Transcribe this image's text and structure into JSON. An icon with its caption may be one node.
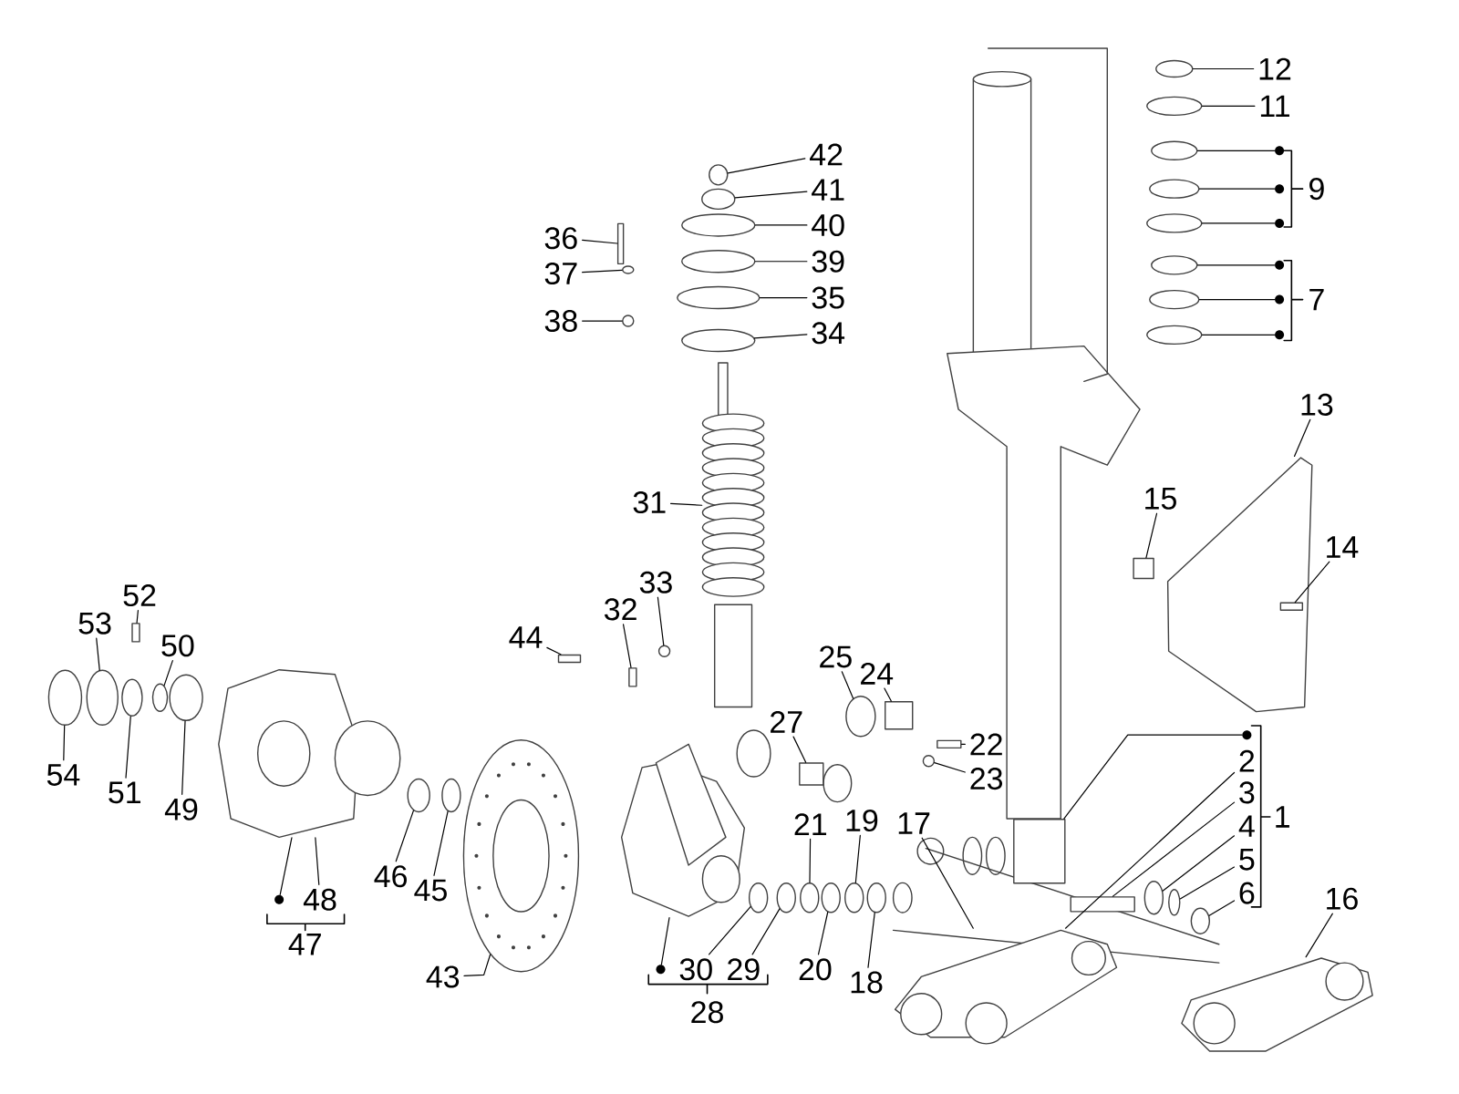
{
  "diagram": {
    "nodes": [
      {
        "text": [
          "1"
        ]
      },
      {
        "text": [
          "2"
        ]
      },
      {
        "text": [
          "3"
        ]
      },
      {
        "text": [
          "4"
        ]
      },
      {
        "text": [
          "5"
        ]
      },
      {
        "text": [
          "6"
        ]
      },
      {
        "text": [
          "7"
        ]
      },
      {
        "text": [
          "9"
        ]
      },
      {
        "text": [
          "11"
        ]
      },
      {
        "text": [
          "12"
        ]
      },
      {
        "text": [
          "13"
        ]
      },
      {
        "text": [
          "14"
        ]
      },
      {
        "text": [
          "15"
        ]
      },
      {
        "text": [
          "16"
        ]
      },
      {
        "text": [
          "17"
        ]
      },
      {
        "text": [
          "18"
        ]
      },
      {
        "text": [
          "19"
        ]
      },
      {
        "text": [
          "20"
        ]
      },
      {
        "text": [
          "21"
        ]
      },
      {
        "text": [
          "22"
        ]
      },
      {
        "text": [
          "23"
        ]
      },
      {
        "text": [
          "24"
        ]
      },
      {
        "text": [
          "25"
        ]
      },
      {
        "text": [
          "27"
        ]
      },
      {
        "text": [
          "28"
        ]
      },
      {
        "text": [
          "29"
        ]
      },
      {
        "text": [
          "30"
        ]
      },
      {
        "text": [
          "31"
        ]
      },
      {
        "text": [
          "32"
        ]
      },
      {
        "text": [
          "33"
        ]
      },
      {
        "text": [
          "34"
        ]
      },
      {
        "text": [
          "35"
        ]
      },
      {
        "text": [
          "36"
        ]
      },
      {
        "text": [
          "37"
        ]
      },
      {
        "text": [
          "38"
        ]
      },
      {
        "text": [
          "39"
        ]
      },
      {
        "text": [
          "40"
        ]
      },
      {
        "text": [
          "41"
        ]
      },
      {
        "text": [
          "42"
        ]
      },
      {
        "text": [
          "43"
        ]
      },
      {
        "text": [
          "44"
        ]
      },
      {
        "text": [
          "45"
        ]
      },
      {
        "text": [
          "46"
        ]
      },
      {
        "text": [
          "47"
        ]
      },
      {
        "text": [
          "48"
        ]
      },
      {
        "text": [
          "49"
        ]
      },
      {
        "text": [
          "50"
        ]
      },
      {
        "text": [
          "51"
        ]
      },
      {
        "text": [
          "52"
        ]
      },
      {
        "text": [
          "53"
        ]
      },
      {
        "text": [
          "54"
        ]
      },
      {
        "text": [],
        "shape": "circle"
      },
      {
        "text": [],
        "shape": "circle"
      },
      {
        "text": [],
        "shape": "circle"
      },
      {
        "text": [],
        "shape": "circle"
      },
      {
        "text": [],
        "shape": "circle"
      },
      {
        "text": [],
        "shape": "circle"
      },
      {
        "text": [],
        "shape": "circle"
      },
      {
        "text": [],
        "shape": "circle"
      },
      {
        "text": [],
        "shape": "picture"
      },
      {
        "text": [],
        "shape": "box",
        "in": 59
      },
      {
        "text": [],
        "shape": "box"
      },
      {
        "text": [],
        "shape": "picture"
      },
      {
        "text": [],
        "shape": "picture"
      },
      {
        "text": [],
        "shape": "box"
      },
      {
        "text": [],
        "shape": "circle"
      },
      {
        "text": [],
        "shape": "circle"
      },
      {
        "text": [],
        "shape": "circle"
      },
      {
        "text": [],
        "shape": "circle"
      },
      {
        "text": [],
        "shape": "circle"
      },
      {
        "text": [],
        "shape": "circle"
      },
      {
        "text": [],
        "shape": "circle"
      },
      {
        "text": [],
        "shape": "circle"
      },
      {
        "text": [],
        "shape": "circle"
      },
      {
        "text": [],
        "shape": "box"
      },
      {
        "text": [],
        "shape": "circle"
      },
      {
        "text": [],
        "shape": "box"
      },
      {
        "text": [],
        "shape": "circle"
      },
      {
        "text": [],
        "shape": "box"
      },
      {
        "text": [],
        "shape": "picture"
      },
      {
        "text": [],
        "shape": "box"
      },
      {
        "text": [],
        "shape": "circle"
      },
      {
        "text": [],
        "shape": "circle"
      },
      {
        "text": [],
        "shape": "circle"
      },
      {
        "text": [],
        "shape": "circle"
      },
      {
        "text": [],
        "shape": "circle"
      },
      {
        "text": [],
        "shape": "circle"
      },
      {
        "text": [],
        "shape": "circle"
      },
      {
        "text": [],
        "shape": "box"
      },
      {
        "text": [],
        "shape": "circle"
      },
      {
        "text": [],
        "shape": "circle"
      },
      {
        "text": [],
        "shape": "picture"
      },
      {
        "text": [],
        "shape": "box"
      },
      {
        "text": [],
        "shape": "circle"
      },
      {
        "text": [],
        "shape": "circle"
      },
      {
        "text": [],
        "shape": "picture"
      },
      {
        "text": [],
        "shape": "circle"
      },
      {
        "text": [],
        "shape": "circle"
      },
      {
        "text": [],
        "shape": "circle"
      },
      {
        "text": [],
        "shape": "box"
      },
      {
        "text": [],
        "shape": "circle"
      },
      {
        "text": [],
        "shape": "circle"
      },
      {
        "text": [],
        "shape": "picture"
      },
      {
        "text": [],
        "shape": "box"
      },
      {
        "text": [],
        "shape": "dot"
      },
      {
        "text": [],
        "shape": "dot"
      },
      {
        "text": [],
        "shape": "dot"
      },
      {
        "text": [],
        "shape": "dot"
      },
      {
        "text": [],
        "shape": "dot"
      },
      {
        "text": [],
        "shape": "dot"
      },
      {
        "text": [],
        "shape": "dot"
      },
      {
        "text": [],
        "shape": "dot"
      },
      {
        "text": [],
        "shape": "dot"
      }
    ],
    "edges": [
      {
        "from": 1,
        "to": 63,
        "arrow": "none"
      },
      {
        "from": 2,
        "to": 64,
        "arrow": "none"
      },
      {
        "from": 3,
        "to": 65,
        "arrow": "none"
      },
      {
        "from": 4,
        "to": 66,
        "arrow": "none"
      },
      {
        "from": 5,
        "to": 67,
        "arrow": "none"
      },
      {
        "from": 8,
        "to": 52,
        "arrow": "none"
      },
      {
        "from": 9,
        "to": 51,
        "arrow": "none"
      },
      {
        "from": 10,
        "to": 59,
        "arrow": "none"
      },
      {
        "from": 11,
        "to": 60,
        "arrow": "none"
      },
      {
        "from": 12,
        "to": 61,
        "arrow": "none"
      },
      {
        "from": 13,
        "to": 62,
        "arrow": "none"
      },
      {
        "from": 14,
        "to": 63,
        "arrow": "none"
      },
      {
        "from": 15,
        "to": 68,
        "arrow": "none"
      },
      {
        "from": 16,
        "to": 69,
        "arrow": "none"
      },
      {
        "from": 17,
        "to": 70,
        "arrow": "none"
      },
      {
        "from": 18,
        "to": 71,
        "arrow": "none"
      },
      {
        "from": 19,
        "to": 74,
        "arrow": "none"
      },
      {
        "from": 20,
        "to": 75,
        "arrow": "none"
      },
      {
        "from": 21,
        "to": 76,
        "arrow": "none"
      },
      {
        "from": 22,
        "to": 77,
        "arrow": "none"
      },
      {
        "from": 23,
        "to": 78,
        "arrow": "none"
      },
      {
        "from": 25,
        "to": 72,
        "arrow": "none"
      },
      {
        "from": 26,
        "to": 73,
        "arrow": "none"
      },
      {
        "from": 27,
        "to": 79,
        "arrow": "none"
      },
      {
        "from": 28,
        "to": 80,
        "arrow": "none"
      },
      {
        "from": 29,
        "to": 81,
        "arrow": "none"
      },
      {
        "from": 30,
        "to": 82,
        "arrow": "none"
      },
      {
        "from": 31,
        "to": 83,
        "arrow": "none"
      },
      {
        "from": 32,
        "to": 88,
        "arrow": "none"
      },
      {
        "from": 33,
        "to": 89,
        "arrow": "none"
      },
      {
        "from": 34,
        "to": 90,
        "arrow": "none"
      },
      {
        "from": 35,
        "to": 84,
        "arrow": "none"
      },
      {
        "from": 36,
        "to": 85,
        "arrow": "none"
      },
      {
        "from": 37,
        "to": 86,
        "arrow": "none"
      },
      {
        "from": 38,
        "to": 87,
        "arrow": "none"
      },
      {
        "from": 39,
        "to": 91,
        "arrow": "none"
      },
      {
        "from": 40,
        "to": 92,
        "arrow": "none"
      },
      {
        "from": 41,
        "to": 93,
        "arrow": "none"
      },
      {
        "from": 42,
        "to": 94,
        "arrow": "none"
      },
      {
        "from": 44,
        "to": 95,
        "arrow": "none"
      },
      {
        "from": 45,
        "to": 96,
        "arrow": "none"
      },
      {
        "from": 46,
        "to": 97,
        "arrow": "none"
      },
      {
        "from": 47,
        "to": 98,
        "arrow": "none"
      },
      {
        "from": 48,
        "to": 99,
        "arrow": "none"
      },
      {
        "from": 49,
        "to": 100,
        "arrow": "none"
      },
      {
        "from": 50,
        "to": 101,
        "arrow": "none"
      },
      {
        "from": 104,
        "to": 53,
        "arrow": "none"
      },
      {
        "from": 105,
        "to": 54,
        "arrow": "none"
      },
      {
        "from": 106,
        "to": 55,
        "arrow": "none"
      },
      {
        "from": 107,
        "to": 56,
        "arrow": "none"
      },
      {
        "from": 108,
        "to": 57,
        "arrow": "none"
      },
      {
        "from": 109,
        "to": 58,
        "arrow": "none"
      },
      {
        "from": 110,
        "to": 103,
        "arrow": "none"
      },
      {
        "from": 111,
        "to": 102,
        "arrow": "none"
      },
      {
        "from": 112,
        "to": 95,
        "arrow": "none"
      }
    ]
  }
}
